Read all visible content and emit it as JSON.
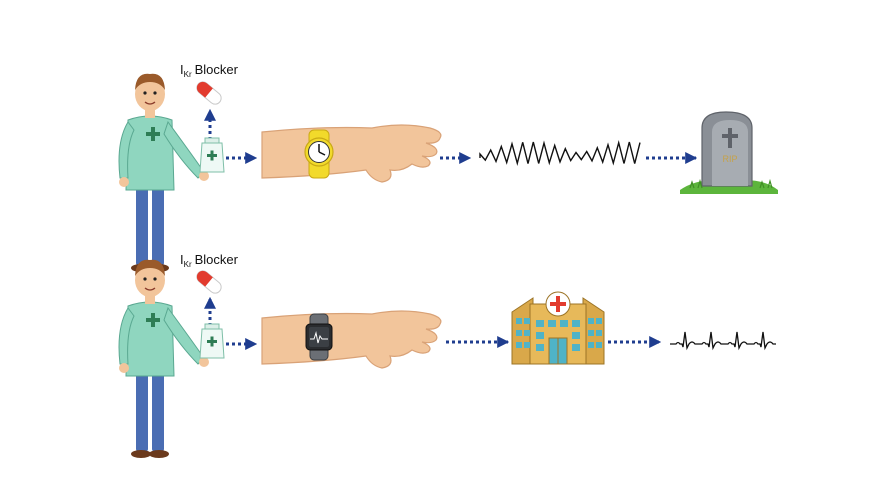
{
  "rows": [
    {
      "drug_label": {
        "main": "I",
        "sub": "Kr",
        "rest": "Blocker"
      },
      "watch": "analog-watch",
      "signal": "torsades-waveform",
      "outcome": "gravestone",
      "gravestone_text": "RIP"
    },
    {
      "drug_label": {
        "main": "I",
        "sub": "Kr",
        "rest": "Blocker"
      },
      "watch": "smart-watch",
      "intermediate": "hospital",
      "signal": "normal-ecg-waveform"
    }
  ],
  "colors": {
    "arrow": "#1f3d8f",
    "shirt": "#8fd6bf",
    "jeans": "#4a6db3",
    "skin": "#f2c59b",
    "hair": "#9a5a2a",
    "pill_red": "#e23b2e",
    "watch_yellow": "#f2da2b",
    "hospital": "#d9a84a",
    "grass": "#5cb53c",
    "stone": "#8a8f96"
  }
}
